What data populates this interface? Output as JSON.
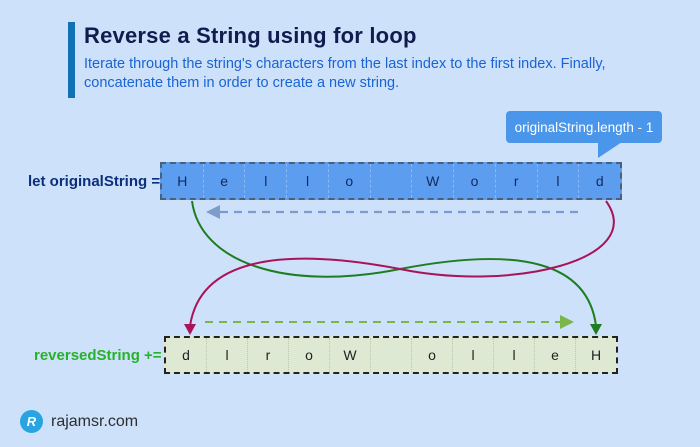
{
  "colors": {
    "bg": "#cde1fa",
    "accent-bar": "#1270b5",
    "title": "#0e1c4e",
    "subtitle": "#1a63d4",
    "tooltip-bg": "#4a96ea",
    "tooltip-text": "#ffffff",
    "top-box-fill": "#5c9def",
    "top-box-border": "#49607a",
    "top-box-divider": "#8ab8f4",
    "top-letter": "#13295f",
    "bottom-box-fill": "#dde9d2",
    "bottom-box-border": "#222222",
    "bottom-box-divider": "#b9c8ae",
    "bottom-letter": "#222222",
    "label-original": "#0c2f7d",
    "label-reversed": "#27b229",
    "dashed-blue": "#7e9cc9",
    "dashed-green": "#7ab648",
    "curve-green": "#1e7d1e",
    "curve-crimson": "#a8145a",
    "footer-text": "#2e2e2e",
    "logo-blue": "#28a4e2"
  },
  "header": {
    "title": "Reverse a String using for loop",
    "subtitle_line1": "Iterate through the string's characters from the last index to the first index. Finally,",
    "subtitle_line2": "concatenate them in order to create a new string."
  },
  "tooltip": {
    "label": "originalString.length - 1"
  },
  "original": {
    "label": "let originalString =",
    "chars": [
      "H",
      "e",
      "l",
      "l",
      "o",
      " ",
      "W",
      "o",
      "r",
      "l",
      "d"
    ]
  },
  "reversed": {
    "label": "reversedString +=",
    "chars": [
      "d",
      "l",
      "r",
      "o",
      "W",
      " ",
      "o",
      "l",
      "l",
      "e",
      "H"
    ]
  },
  "icons": {
    "back_iteration_arrow": "dashed-left-arrow",
    "forward_build_arrow": "dashed-right-arrow",
    "first_char_flow": "green-curve-arrow",
    "last_char_flow": "crimson-curve-arrow"
  },
  "footer": {
    "site": "rajamsr.com",
    "logo_letter": "R"
  }
}
